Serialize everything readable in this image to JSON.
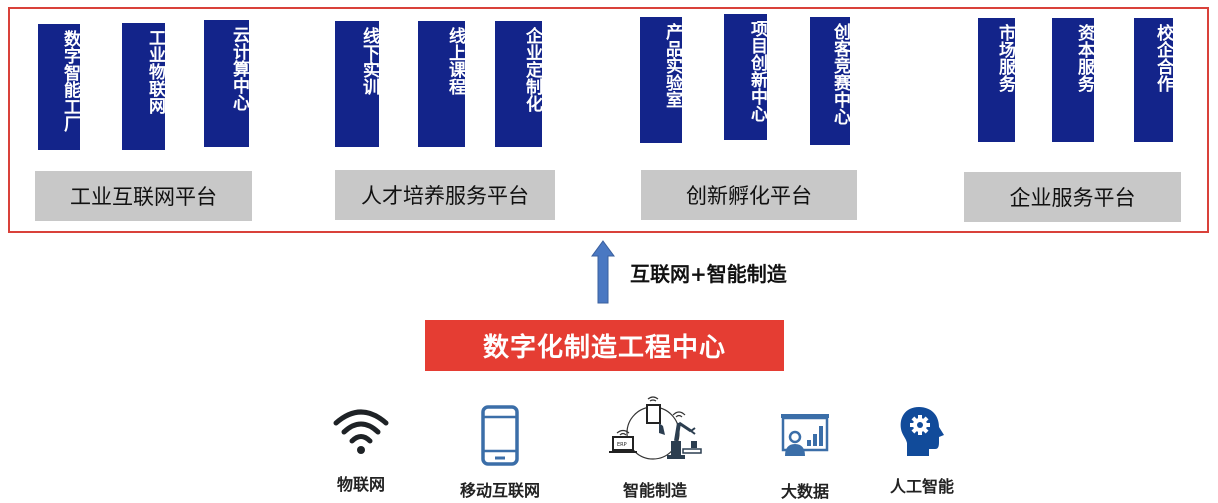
{
  "colors": {
    "frame_border": "#d9413a",
    "banner_bg": "#13248a",
    "platform_bg": "#c8c8c8",
    "arrow": "#4a78c2",
    "center_box": "#e53d33",
    "icon_blue": "#3b6ea8",
    "icon_dark": "#2c3e50"
  },
  "platforms": [
    {
      "title": "工业互联网平台",
      "services": [
        "数字智能工厂",
        "工业物联网",
        "云计算中心"
      ]
    },
    {
      "title": "人才培养服务平台",
      "services": [
        "线下实训",
        "线上课程",
        "企业定制化"
      ]
    },
    {
      "title": "创新孵化平台",
      "services": [
        "产品实验室",
        "项目创新中心",
        "创客竞赛中心"
      ]
    },
    {
      "title": "企业服务平台",
      "services": [
        "市场服务",
        "资本服务",
        "校企合作"
      ]
    }
  ],
  "arrow_label": "互联网+智能制造",
  "center": {
    "title": "数字化制造工程中心"
  },
  "technologies": [
    {
      "label": "物联网",
      "icon": "wifi-icon"
    },
    {
      "label": "移动互联网",
      "icon": "smartphone-icon"
    },
    {
      "label": "智能制造",
      "icon": "smart-manufacturing-icon",
      "icon_text": "ERP"
    },
    {
      "label": "大数据",
      "icon": "presentation-chart-icon"
    },
    {
      "label": "人工智能",
      "icon": "head-gear-icon"
    }
  ]
}
